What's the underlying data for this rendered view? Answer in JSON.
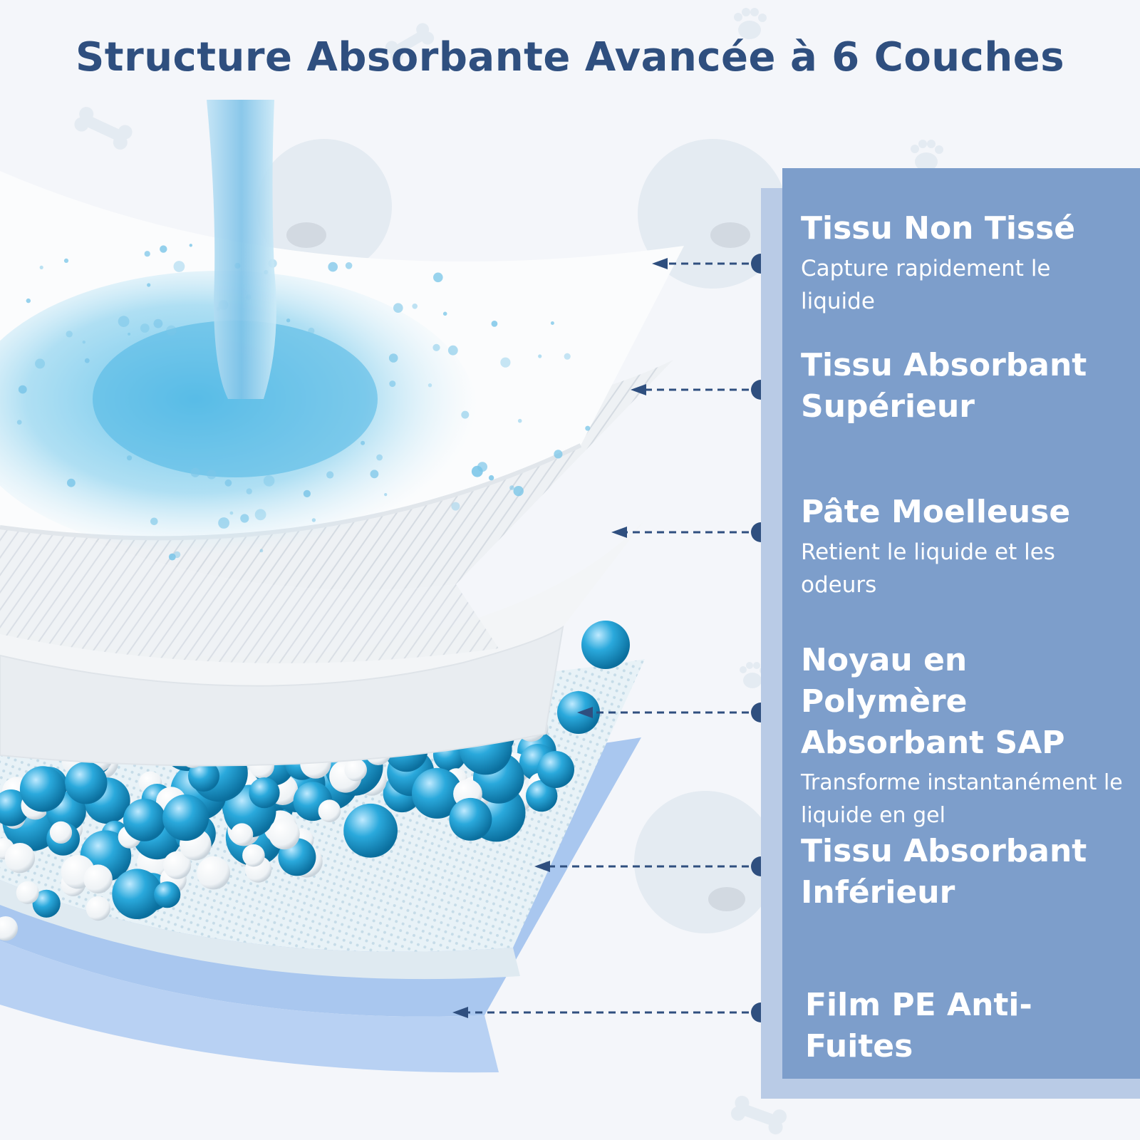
{
  "title": "Structure Absorbante Avancée à 6 Couches",
  "layers": [
    {
      "name": "Tissu Non Tissé",
      "description": "Capture rapidement le liquide"
    },
    {
      "name": "Tissu Absorbant Supérieur",
      "description": ""
    },
    {
      "name": "Pâte Moelleuse",
      "description": "Retient le liquide et les odeurs"
    },
    {
      "name": "Noyau en Polymère Absorbant SAP",
      "description": "Transforme instantanément le liquide en gel"
    },
    {
      "name": "Tissu Absorbant Inférieur",
      "description": ""
    },
    {
      "name": "Film PE Anti-Fuites",
      "description": ""
    }
  ],
  "colors": {
    "title": "#2f4f7f",
    "panel": "#7d9ecb",
    "panel_shadow": "#b9cbe6",
    "connector": "#2f4f7f",
    "background": "#f4f6fa",
    "water": "#7cc6e8",
    "bead_blue": "#1fa2d6",
    "bead_white": "#ffffff",
    "film": "#a9c7ef"
  },
  "icons": [
    "water-stream-icon",
    "bone-icon",
    "paw-icon",
    "dog-face-icon",
    "arrow-left-icon",
    "dot-icon"
  ]
}
